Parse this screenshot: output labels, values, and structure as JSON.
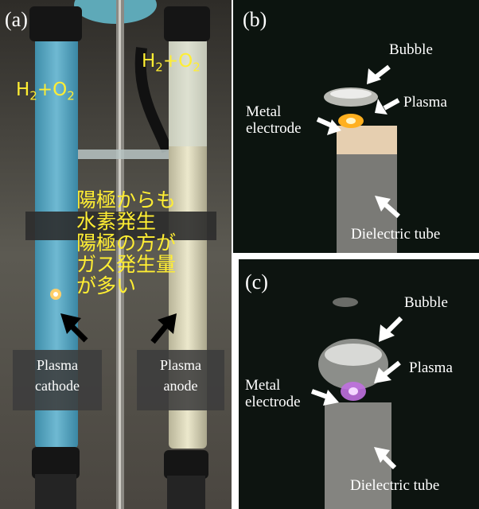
{
  "panel_a": {
    "label": "(a)",
    "gas_left": {
      "main": "H",
      "sub1": "2",
      "plus": "+O",
      "sub2": "2"
    },
    "gas_right": {
      "main": "H",
      "sub1": "2",
      "plus": "+O",
      "sub2": "2"
    },
    "note_lines": [
      "陽極からも",
      "水素発生",
      "陽極の方が",
      "ガス発生量",
      "が多い"
    ],
    "box_left": [
      "Plasma",
      "cathode"
    ],
    "box_right": [
      "Plasma",
      "anode"
    ],
    "colors": {
      "cathode_liquid": "#4f9fbd",
      "anode_liquid": "#d8d4b8",
      "note": "#ffee33"
    }
  },
  "panel_b": {
    "label": "(b)",
    "bubble": "Bubble",
    "plasma": "Plasma",
    "metal": [
      "Metal",
      "electrode"
    ],
    "tube": "Dielectric tube"
  },
  "panel_c": {
    "label": "(c)",
    "bubble": "Bubble",
    "plasma": "Plasma",
    "metal": [
      "Metal",
      "electrode"
    ],
    "tube": "Dielectric tube"
  }
}
